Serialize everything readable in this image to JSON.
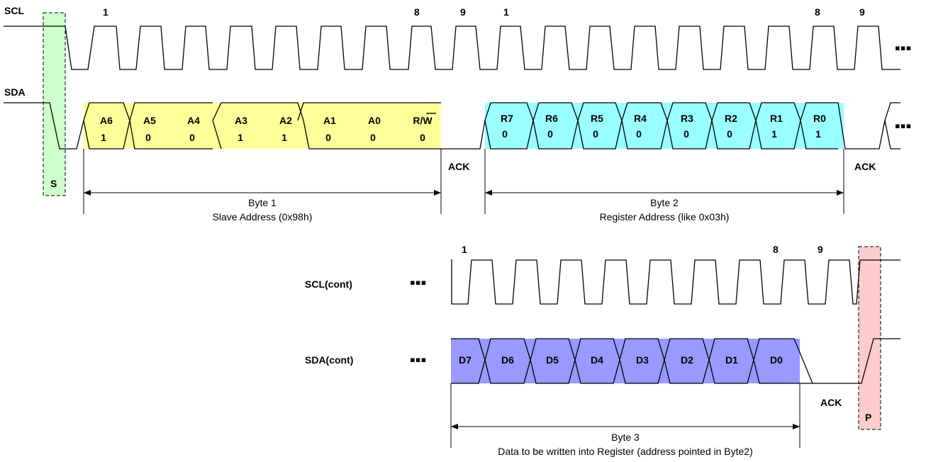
{
  "signals": {
    "scl": "SCL",
    "sda": "SDA",
    "scl_cont": "SCL(cont)",
    "sda_cont": "SDA(cont)"
  },
  "clock_numbers": {
    "row1_first_1": "1",
    "row1_first_8": "8",
    "row1_first_9": "9",
    "row1_second_1": "1",
    "row1_second_8": "8",
    "row1_second_9": "9",
    "row2_1": "1",
    "row2_8": "8",
    "row2_9": "9"
  },
  "conditions": {
    "start": "S",
    "stop": "P",
    "ack": "ACK"
  },
  "continuation": "▪▪▪",
  "byte1": {
    "bits": [
      {
        "name": "A6",
        "value": "1"
      },
      {
        "name": "A5",
        "value": "0"
      },
      {
        "name": "A4",
        "value": "0"
      },
      {
        "name": "A3",
        "value": "1"
      },
      {
        "name": "A2",
        "value": "1"
      },
      {
        "name": "A1",
        "value": "0"
      },
      {
        "name": "A0",
        "value": "0"
      },
      {
        "name": "R/W",
        "value": "0"
      }
    ],
    "caption_line1": "Byte 1",
    "caption_line2": "Slave Address (0x98h)"
  },
  "byte2": {
    "bits": [
      {
        "name": "R7",
        "value": "0"
      },
      {
        "name": "R6",
        "value": "0"
      },
      {
        "name": "R5",
        "value": "0"
      },
      {
        "name": "R4",
        "value": "0"
      },
      {
        "name": "R3",
        "value": "0"
      },
      {
        "name": "R2",
        "value": "0"
      },
      {
        "name": "R1",
        "value": "1"
      },
      {
        "name": "R0",
        "value": "1"
      }
    ],
    "caption_line1": "Byte 2",
    "caption_line2": "Register Address (like 0x03h)"
  },
  "byte3": {
    "bits": [
      "D7",
      "D6",
      "D5",
      "D4",
      "D3",
      "D2",
      "D1",
      "D0"
    ],
    "caption_line1": "Byte 3",
    "caption_line2": "Data to be written into Register (address pointed in Byte2)"
  },
  "colors": {
    "byte1": "#ffff99",
    "byte2": "#99ffff",
    "byte3": "#9999ff",
    "start": "#ccffcc",
    "stop": "#ffcccc"
  }
}
